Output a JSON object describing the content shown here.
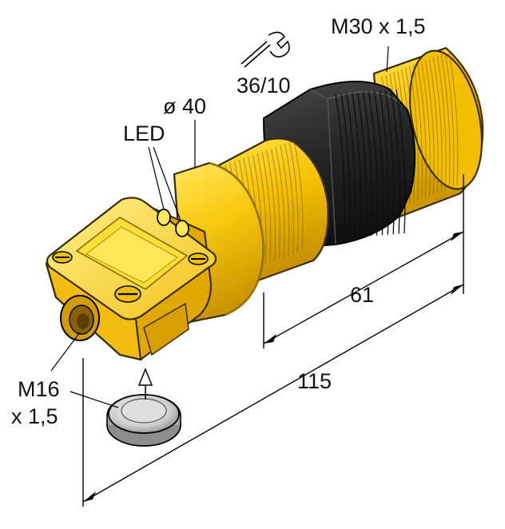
{
  "labels": {
    "thread_main": "M30 x 1,5",
    "wrench_size": "36/10",
    "diameter": "ø 40",
    "led": "LED",
    "length_thread": "61",
    "length_total": "115",
    "conn_thread_1": "M16",
    "conn_thread_2": "x 1,5"
  },
  "icons": {
    "wrench": "wrench-icon",
    "arrow": "arrow-up-icon"
  },
  "colors": {
    "yellow_light": "#ffe14a",
    "yellow": "#f9c80e",
    "yellow_shadow": "#d9a300",
    "nut_dark": "#1e1e1e",
    "nut_mid": "#3a3a3a",
    "cap_grey": "#c8c8c8"
  }
}
